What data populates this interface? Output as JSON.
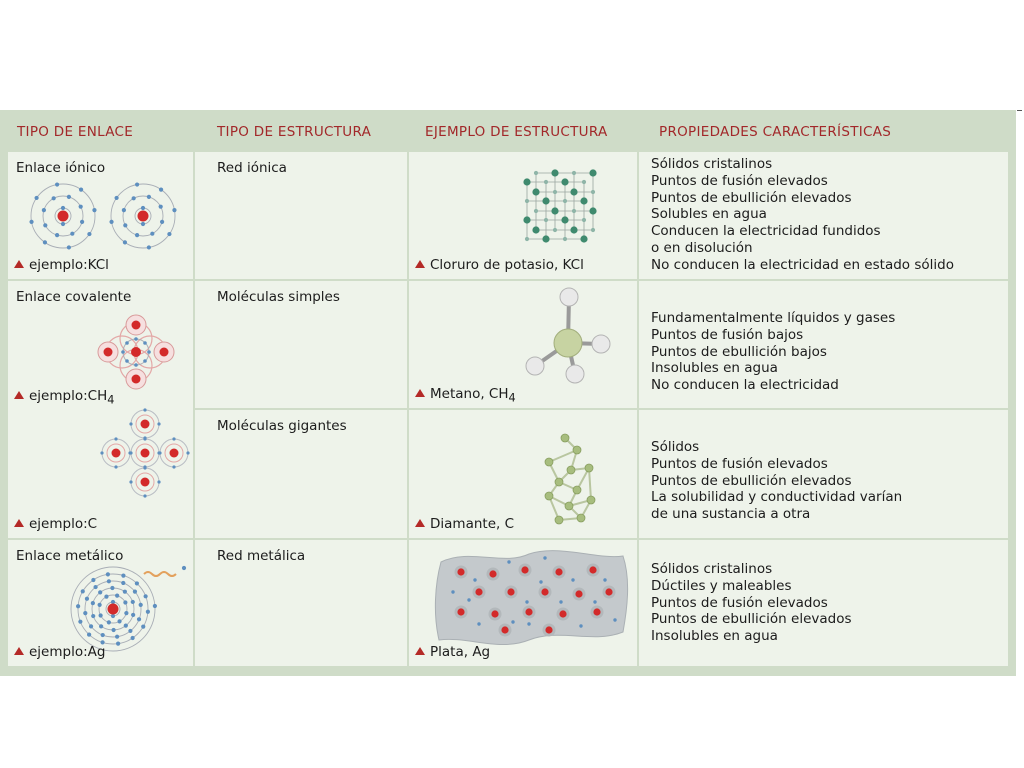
{
  "header": {
    "col_bond": "TIPO DE ENLACE",
    "col_structure": "TIPO DE ESTRUCTURA",
    "col_example": "EJEMPLO DE ESTRUCTURA",
    "col_properties": "PROPIEDADES CARACTERÍSTICAS"
  },
  "colors": {
    "header_text": "#a2282a",
    "frame": "#cfdcc8",
    "cell": "#eef3ea",
    "nucleus": "#d32a2a",
    "electron": "#5e8fbf",
    "chlorine": "#3f8a6e"
  },
  "rows": [
    {
      "bond": "Enlace iónico",
      "bond_example": "ejemplo:KCl",
      "structure": "Red iónica",
      "example_caption": "Cloruro de potasio, KCl",
      "properties": [
        "Sólidos cristalinos",
        "Puntos de fusión elevados",
        "Puntos de ebullición elevados",
        "Solubles en agua",
        "Conducen la electricidad fundidos",
        "o en disolución",
        "No conducen la electricidad en estado sólido"
      ]
    },
    {
      "bond": "Enlace covalente",
      "bond_example": "ejemplo:CH",
      "bond_example_sub": "4",
      "structure": "Moléculas simples",
      "example_caption": "Metano, CH",
      "example_caption_sub": "4",
      "properties": [
        "Fundamentalmente líquidos y gases",
        "Puntos de fusión bajos",
        "Puntos de ebullición bajos",
        "Insolubles en agua",
        "No conducen la electricidad"
      ]
    },
    {
      "bond_example": "ejemplo:C",
      "structure": "Moléculas gigantes",
      "example_caption": "Diamante, C",
      "properties": [
        "Sólidos",
        "Puntos de fusión elevados",
        "Puntos de ebullición elevados",
        "La solubilidad y conductividad varían",
        "de una sustancia a otra"
      ]
    },
    {
      "bond": "Enlace metálico",
      "bond_example": "ejemplo:Ag",
      "structure": "Red metálica",
      "example_caption": "Plata, Ag",
      "properties": [
        "Sólidos cristalinos",
        "Dúctiles y maleables",
        "Puntos de fusión elevados",
        "Puntos de ebullición elevados",
        "Insolubles en agua"
      ]
    }
  ]
}
